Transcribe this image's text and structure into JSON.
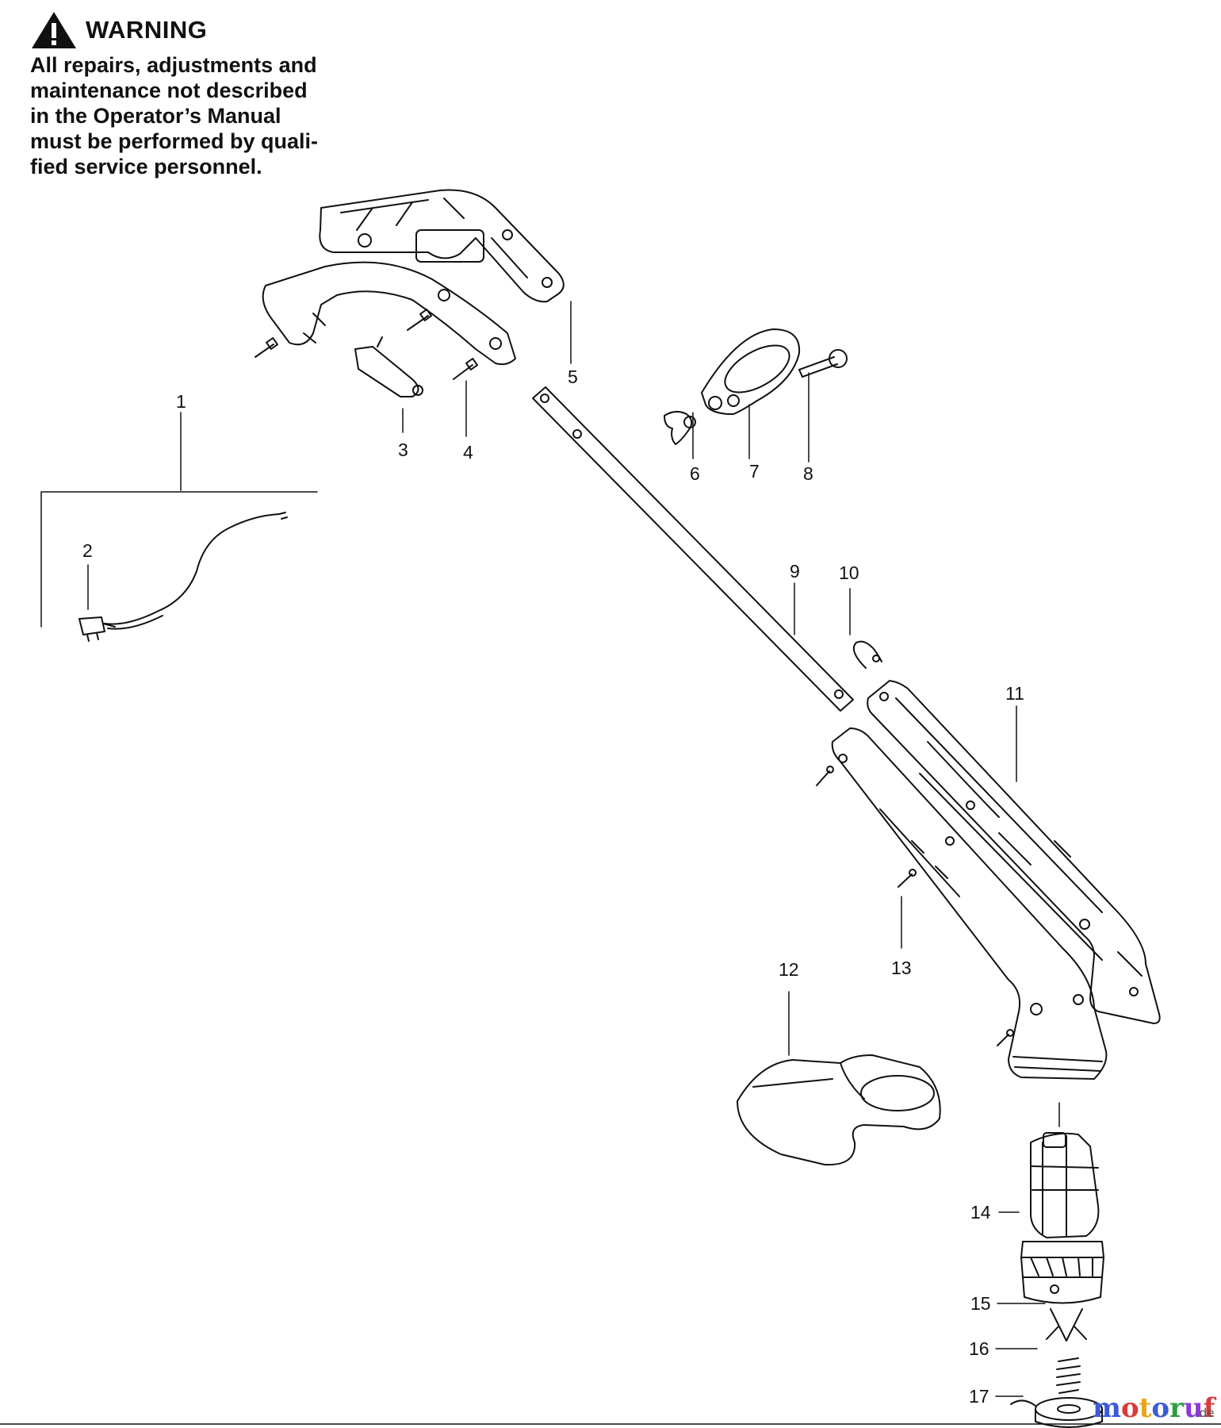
{
  "warning": {
    "title": "WARNING",
    "icon": "warning-triangle-icon",
    "lines": [
      "All repairs, adjustments and",
      "maintenance not described",
      "in the Operator’s Manual",
      "must be performed by quali-",
      "fied  service personnel."
    ]
  },
  "callouts": [
    "1",
    "2",
    "3",
    "4",
    "5",
    "6",
    "7",
    "8",
    "9",
    "10",
    "11",
    "12",
    "13",
    "14",
    "15",
    "16",
    "17"
  ],
  "watermark": {
    "text": "motoruf",
    "suffix": ".de",
    "colors": [
      "#3a5bd9",
      "#d93a3a",
      "#e8a317",
      "#3a5bd9",
      "#2e9e3e",
      "#8a3ad9",
      "#d93a3a"
    ]
  }
}
